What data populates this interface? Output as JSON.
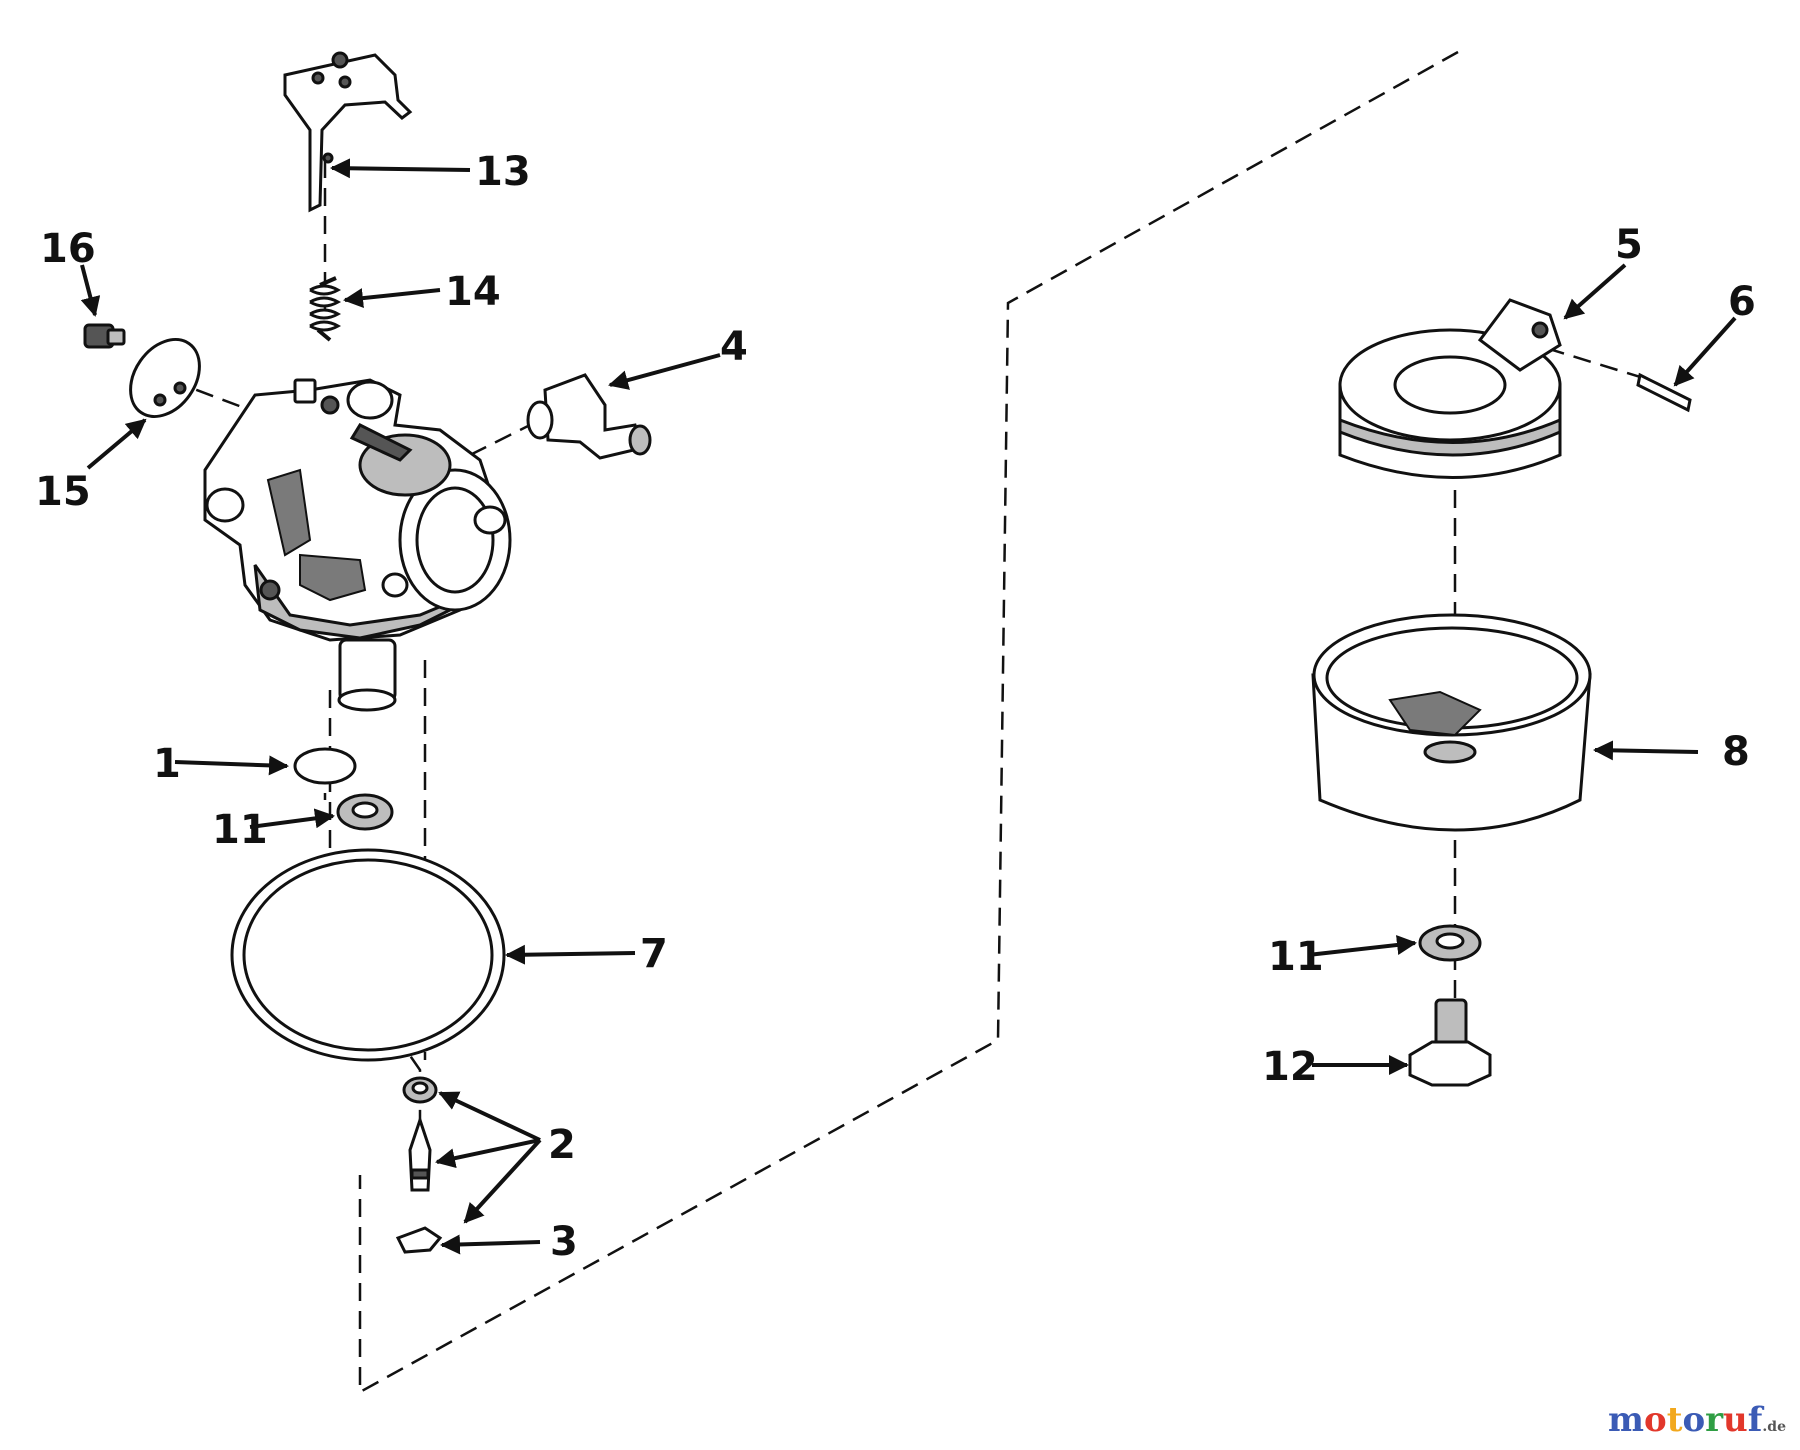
{
  "diagram": {
    "callouts": [
      "1",
      "2",
      "3",
      "4",
      "5",
      "6",
      "7",
      "8",
      "11",
      "11",
      "12",
      "13",
      "14",
      "15",
      "16"
    ]
  },
  "watermark": {
    "text": "motoruf",
    "suffix": ".de",
    "colors": [
      "#3b5bb5",
      "#e2372b",
      "#f2a81d",
      "#3b5bb5",
      "#2f9e44",
      "#e2372b",
      "#3b5bb5"
    ]
  }
}
